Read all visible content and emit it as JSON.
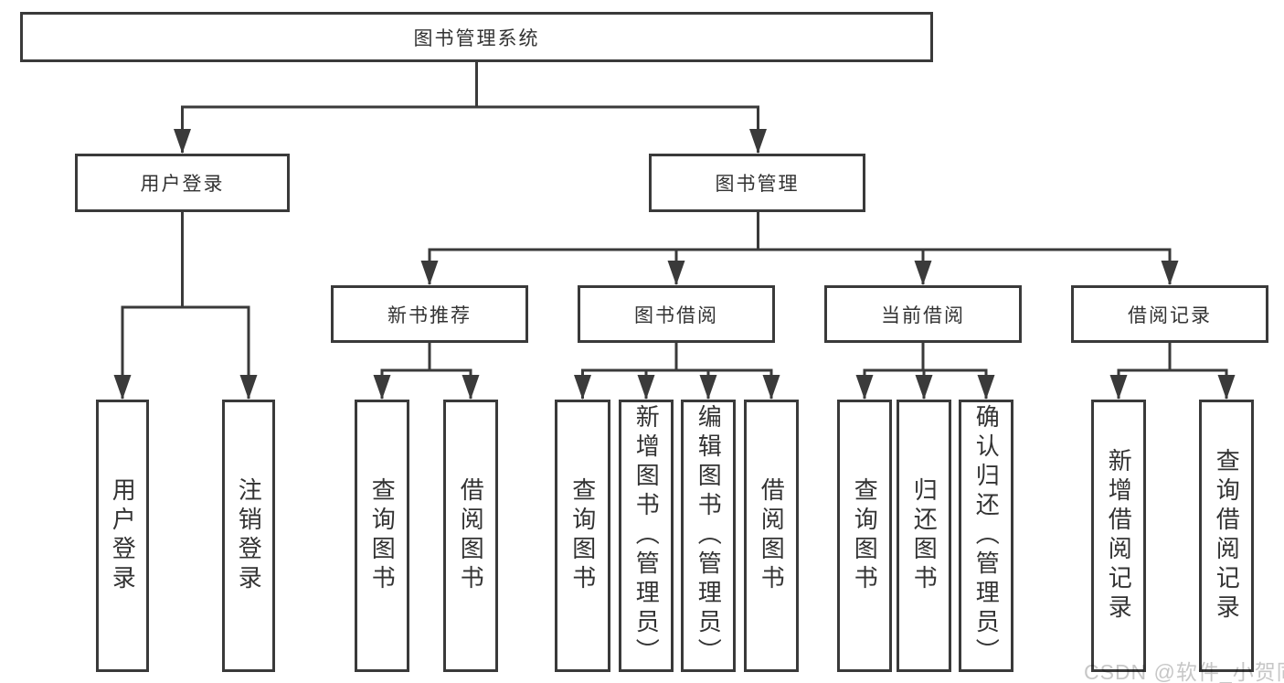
{
  "diagram": {
    "title": "图书管理系统",
    "type": "hierarchy-tree"
  },
  "colors": {
    "line": "#3a3a3a",
    "box_border": "#3a3a3a",
    "box_fill": "#ffffff",
    "text": "#333333",
    "watermark": "#c7c7c7"
  },
  "tree": {
    "root": {
      "label": "图书管理系统"
    },
    "branches": [
      {
        "label": "用户登录",
        "children": [
          {
            "label": "用户登录"
          },
          {
            "label": "注销登录"
          }
        ]
      },
      {
        "label": "图书管理",
        "children": [
          {
            "label": "新书推荐",
            "children": [
              {
                "label": "查询图书"
              },
              {
                "label": "借阅图书"
              }
            ]
          },
          {
            "label": "图书借阅",
            "children": [
              {
                "label": "查询图书"
              },
              {
                "label": "新增图书（管理员）"
              },
              {
                "label": "编辑图书（管理员）"
              },
              {
                "label": "借阅图书"
              }
            ]
          },
          {
            "label": "当前借阅",
            "children": [
              {
                "label": "查询图书"
              },
              {
                "label": "归还图书"
              },
              {
                "label": "确认归还（管理员）"
              }
            ]
          },
          {
            "label": "借阅记录",
            "children": [
              {
                "label": "新增借阅记录"
              },
              {
                "label": "查询借阅记录"
              }
            ]
          }
        ]
      }
    ]
  },
  "watermark": {
    "text": "CSDN @软件_小贺同学"
  }
}
